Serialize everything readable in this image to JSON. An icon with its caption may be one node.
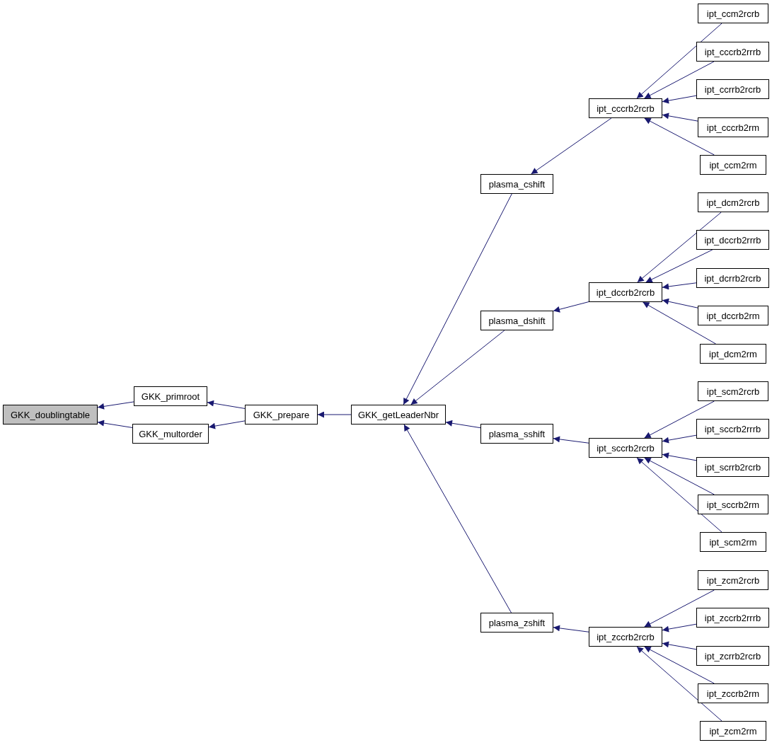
{
  "diagram": {
    "nodes": [
      {
        "text": [
          "GKK_doublingtable"
        ]
      },
      {
        "text": [
          "GKK_primroot"
        ]
      },
      {
        "text": [
          "GKK_multorder"
        ]
      },
      {
        "text": [
          "GKK_prepare"
        ]
      },
      {
        "text": [
          "GKK_getLeaderNbr"
        ]
      },
      {
        "text": [
          "plasma_cshift"
        ]
      },
      {
        "text": [
          "plasma_dshift"
        ]
      },
      {
        "text": [
          "plasma_sshift"
        ]
      },
      {
        "text": [
          "plasma_zshift"
        ]
      },
      {
        "text": [
          "ipt_cccrb2rcrb"
        ]
      },
      {
        "text": [
          "ipt_ccm2rcrb"
        ]
      },
      {
        "text": [
          "ipt_cccrb2rrrb"
        ]
      },
      {
        "text": [
          "ipt_ccrrb2rcrb"
        ]
      },
      {
        "text": [
          "ipt_cccrb2rm"
        ]
      },
      {
        "text": [
          "ipt_ccm2rm"
        ]
      },
      {
        "text": [
          "ipt_dccrb2rcrb"
        ]
      },
      {
        "text": [
          "ipt_dcm2rcrb"
        ]
      },
      {
        "text": [
          "ipt_dccrb2rrrb"
        ]
      },
      {
        "text": [
          "ipt_dcrrb2rcrb"
        ]
      },
      {
        "text": [
          "ipt_dccrb2rm"
        ]
      },
      {
        "text": [
          "ipt_dcm2rm"
        ]
      },
      {
        "text": [
          "ipt_sccrb2rcrb"
        ]
      },
      {
        "text": [
          "ipt_scm2rcrb"
        ]
      },
      {
        "text": [
          "ipt_sccrb2rrrb"
        ]
      },
      {
        "text": [
          "ipt_scrrb2rcrb"
        ]
      },
      {
        "text": [
          "ipt_sccrb2rm"
        ]
      },
      {
        "text": [
          "ipt_scm2rm"
        ]
      },
      {
        "text": [
          "ipt_zccrb2rcrb"
        ]
      },
      {
        "text": [
          "ipt_zcm2rcrb"
        ]
      },
      {
        "text": [
          "ipt_zccrb2rrrb"
        ]
      },
      {
        "text": [
          "ipt_zcrrb2rcrb"
        ]
      },
      {
        "text": [
          "ipt_zccrb2rm"
        ]
      },
      {
        "text": [
          "ipt_zcm2rm"
        ]
      }
    ],
    "edges": [
      {
        "from": 1,
        "to": 0,
        "arrow": "to"
      },
      {
        "from": 2,
        "to": 0,
        "arrow": "to"
      },
      {
        "from": 3,
        "to": 1,
        "arrow": "to"
      },
      {
        "from": 3,
        "to": 2,
        "arrow": "to"
      },
      {
        "from": 4,
        "to": 3,
        "arrow": "to"
      },
      {
        "from": 5,
        "to": 4,
        "arrow": "to"
      },
      {
        "from": 6,
        "to": 4,
        "arrow": "to"
      },
      {
        "from": 7,
        "to": 4,
        "arrow": "to"
      },
      {
        "from": 8,
        "to": 4,
        "arrow": "to"
      },
      {
        "from": 9,
        "to": 5,
        "arrow": "to"
      },
      {
        "from": 15,
        "to": 6,
        "arrow": "to"
      },
      {
        "from": 21,
        "to": 7,
        "arrow": "to"
      },
      {
        "from": 27,
        "to": 8,
        "arrow": "to"
      },
      {
        "from": 10,
        "to": 9,
        "arrow": "to"
      },
      {
        "from": 11,
        "to": 9,
        "arrow": "to"
      },
      {
        "from": 12,
        "to": 9,
        "arrow": "to"
      },
      {
        "from": 13,
        "to": 9,
        "arrow": "to"
      },
      {
        "from": 14,
        "to": 9,
        "arrow": "to"
      },
      {
        "from": 16,
        "to": 15,
        "arrow": "to"
      },
      {
        "from": 17,
        "to": 15,
        "arrow": "to"
      },
      {
        "from": 18,
        "to": 15,
        "arrow": "to"
      },
      {
        "from": 19,
        "to": 15,
        "arrow": "to"
      },
      {
        "from": 20,
        "to": 15,
        "arrow": "to"
      },
      {
        "from": 22,
        "to": 21,
        "arrow": "to"
      },
      {
        "from": 23,
        "to": 21,
        "arrow": "to"
      },
      {
        "from": 24,
        "to": 21,
        "arrow": "to"
      },
      {
        "from": 25,
        "to": 21,
        "arrow": "to"
      },
      {
        "from": 26,
        "to": 21,
        "arrow": "to"
      },
      {
        "from": 28,
        "to": 27,
        "arrow": "to"
      },
      {
        "from": 29,
        "to": 27,
        "arrow": "to"
      },
      {
        "from": 30,
        "to": 27,
        "arrow": "to"
      },
      {
        "from": 31,
        "to": 27,
        "arrow": "to"
      },
      {
        "from": 32,
        "to": 27,
        "arrow": "to"
      }
    ]
  }
}
